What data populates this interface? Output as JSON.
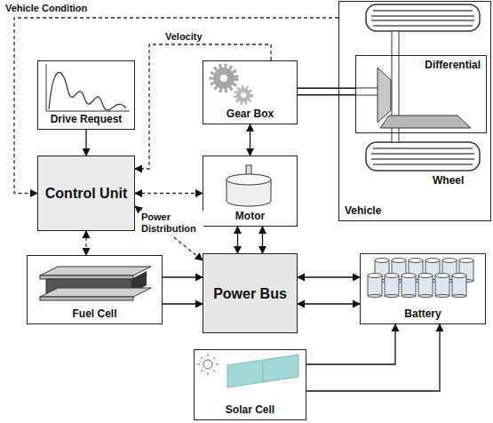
{
  "diagram": {
    "nodes": [
      {
        "text": [
          "Vehicle"
        ]
      },
      {
        "text": [
          "Differential"
        ],
        "in": 0
      },
      {
        "text": [
          "Drive Request"
        ]
      },
      {
        "text": [
          "Gear Box"
        ]
      },
      {
        "text": [
          "Control Unit"
        ]
      },
      {
        "text": [
          "Motor"
        ]
      },
      {
        "text": [
          "Fuel Cell"
        ]
      },
      {
        "text": [
          "Power Bus"
        ]
      },
      {
        "text": [
          "Battery"
        ]
      },
      {
        "text": [
          "Solar Cell"
        ]
      }
    ],
    "edges": [
      {
        "from": 0,
        "to": 4,
        "label": "Vehicle Condition",
        "arrow": "to"
      },
      {
        "from": 3,
        "to": 4,
        "label": "Velocity",
        "arrow": "to"
      },
      {
        "from": 2,
        "to": 4,
        "arrow": "to"
      },
      {
        "from": 4,
        "to": 5,
        "arrow": "both"
      },
      {
        "from": 4,
        "to": 6,
        "arrow": "both"
      },
      {
        "from": 4,
        "to": 7,
        "label": "Power Distribution",
        "arrow": "both"
      },
      {
        "from": 3,
        "to": 5,
        "arrow": "both"
      },
      {
        "from": 3,
        "to": 1,
        "arrow": "none"
      },
      {
        "from": 5,
        "to": 7,
        "arrow": "both"
      },
      {
        "from": 5,
        "to": 7,
        "arrow": "both"
      },
      {
        "from": 6,
        "to": 7,
        "arrow": "to"
      },
      {
        "from": 6,
        "to": 7,
        "arrow": "to"
      },
      {
        "from": 7,
        "to": 8,
        "arrow": "both"
      },
      {
        "from": 7,
        "to": 8,
        "arrow": "both"
      },
      {
        "from": 9,
        "to": 8,
        "arrow": "to"
      },
      {
        "from": 9,
        "to": 8,
        "arrow": "to"
      }
    ],
    "labels": [
      "Wheel"
    ]
  }
}
